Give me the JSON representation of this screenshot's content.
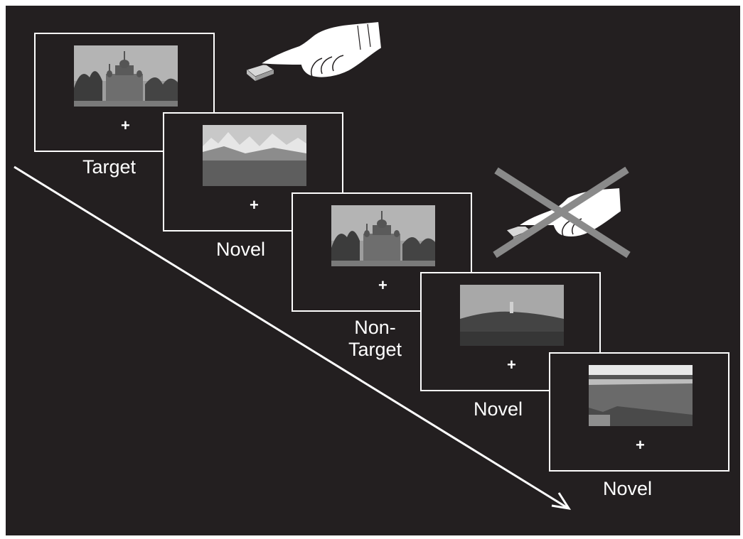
{
  "figure": {
    "fixation_symbol": "+",
    "trials": [
      {
        "label": "Target",
        "image": "church-photo",
        "response": "press"
      },
      {
        "label": "Novel",
        "image": "mountain-photo",
        "response": "none"
      },
      {
        "label": "Non-\nTarget",
        "image": "church-photo",
        "response": "withhold"
      },
      {
        "label": "Novel",
        "image": "hill-photo",
        "response": "none"
      },
      {
        "label": "Novel",
        "image": "marsh-photo",
        "response": "none"
      }
    ],
    "icons": {
      "press": "pointing-hand-button-icon",
      "withhold": "crossed-out-pointing-hand-icon",
      "time": "time-arrow-icon"
    },
    "colors": {
      "background": "#231f20",
      "frame": "#ffffff",
      "cross": "#8a8a8a"
    }
  }
}
